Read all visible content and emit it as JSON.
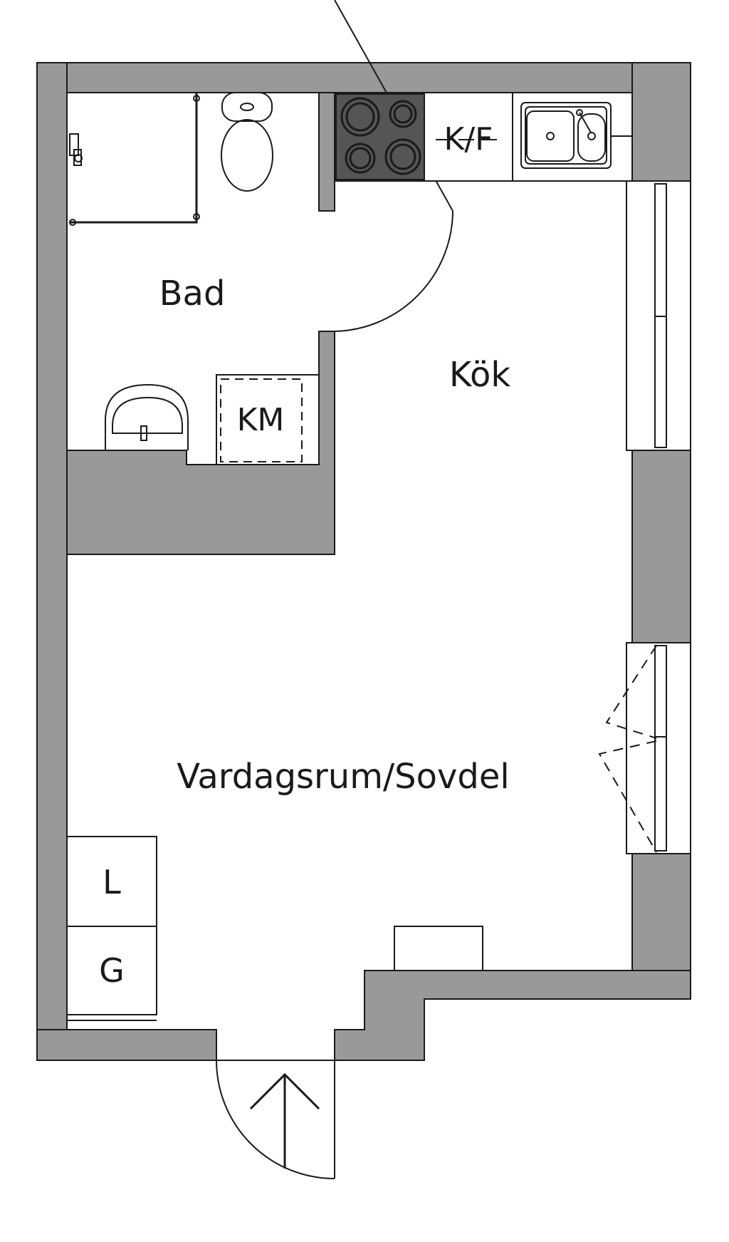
{
  "rooms": {
    "bathroom": "Bad",
    "kitchen": "Kök",
    "living": "Vardagsrum/Sovdel"
  },
  "fixtures": {
    "washing_machine": "KM",
    "fridge_freezer": "K/F",
    "wardrobe_l": "L",
    "wardrobe_g": "G"
  },
  "colors": {
    "wall": "#999999",
    "stove": "#555555",
    "line": "#1a1a1a"
  }
}
